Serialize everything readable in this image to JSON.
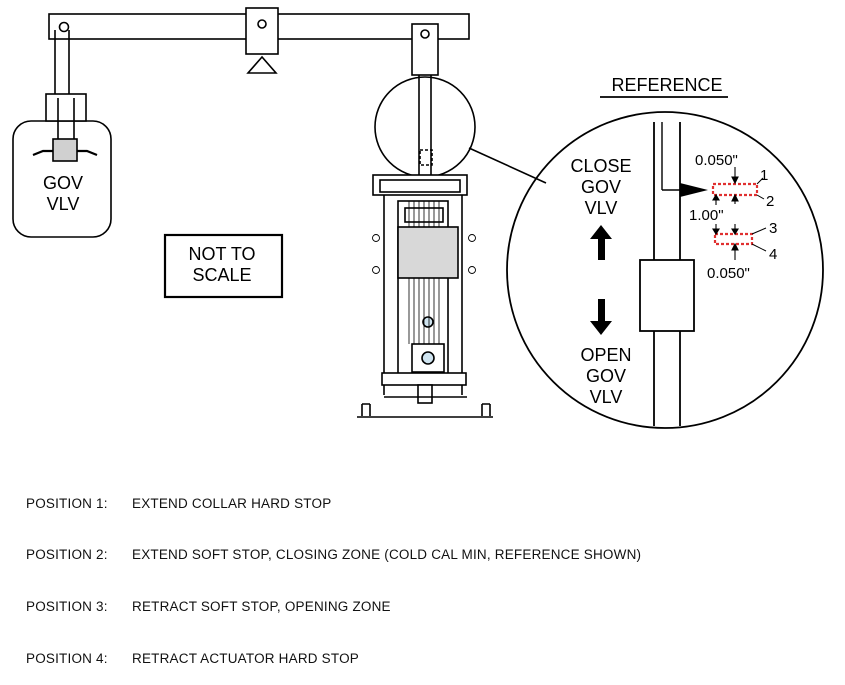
{
  "labels": {
    "gov_vlv_line1": "GOV",
    "gov_vlv_line2": "VLV",
    "not_to_scale_line1": "NOT TO",
    "not_to_scale_line2": "SCALE",
    "reference": "REFERENCE",
    "close_line1": "CLOSE",
    "close_line2": "GOV",
    "close_line3": "VLV",
    "open_line1": "OPEN",
    "open_line2": "GOV",
    "open_line3": "VLV",
    "dim_top": "0.050\"",
    "dim_mid": "1.00\"",
    "dim_bottom": "0.050\"",
    "pos_1": "1",
    "pos_2": "2",
    "pos_3": "3",
    "pos_4": "4"
  },
  "colors": {
    "line": "#000000",
    "position_marker": "#e03030",
    "background": "#ffffff"
  },
  "legend": [
    {
      "position": "POSITION 1:",
      "description": "EXTEND COLLAR HARD STOP"
    },
    {
      "position": "POSITION 2:",
      "description": "EXTEND SOFT STOP, CLOSING ZONE (COLD CAL MIN, REFERENCE SHOWN)"
    },
    {
      "position": "POSITION 3:",
      "description": "RETRACT SOFT STOP, OPENING ZONE"
    },
    {
      "position": "POSITION 4:",
      "description": "RETRACT ACTUATOR HARD STOP"
    }
  ]
}
